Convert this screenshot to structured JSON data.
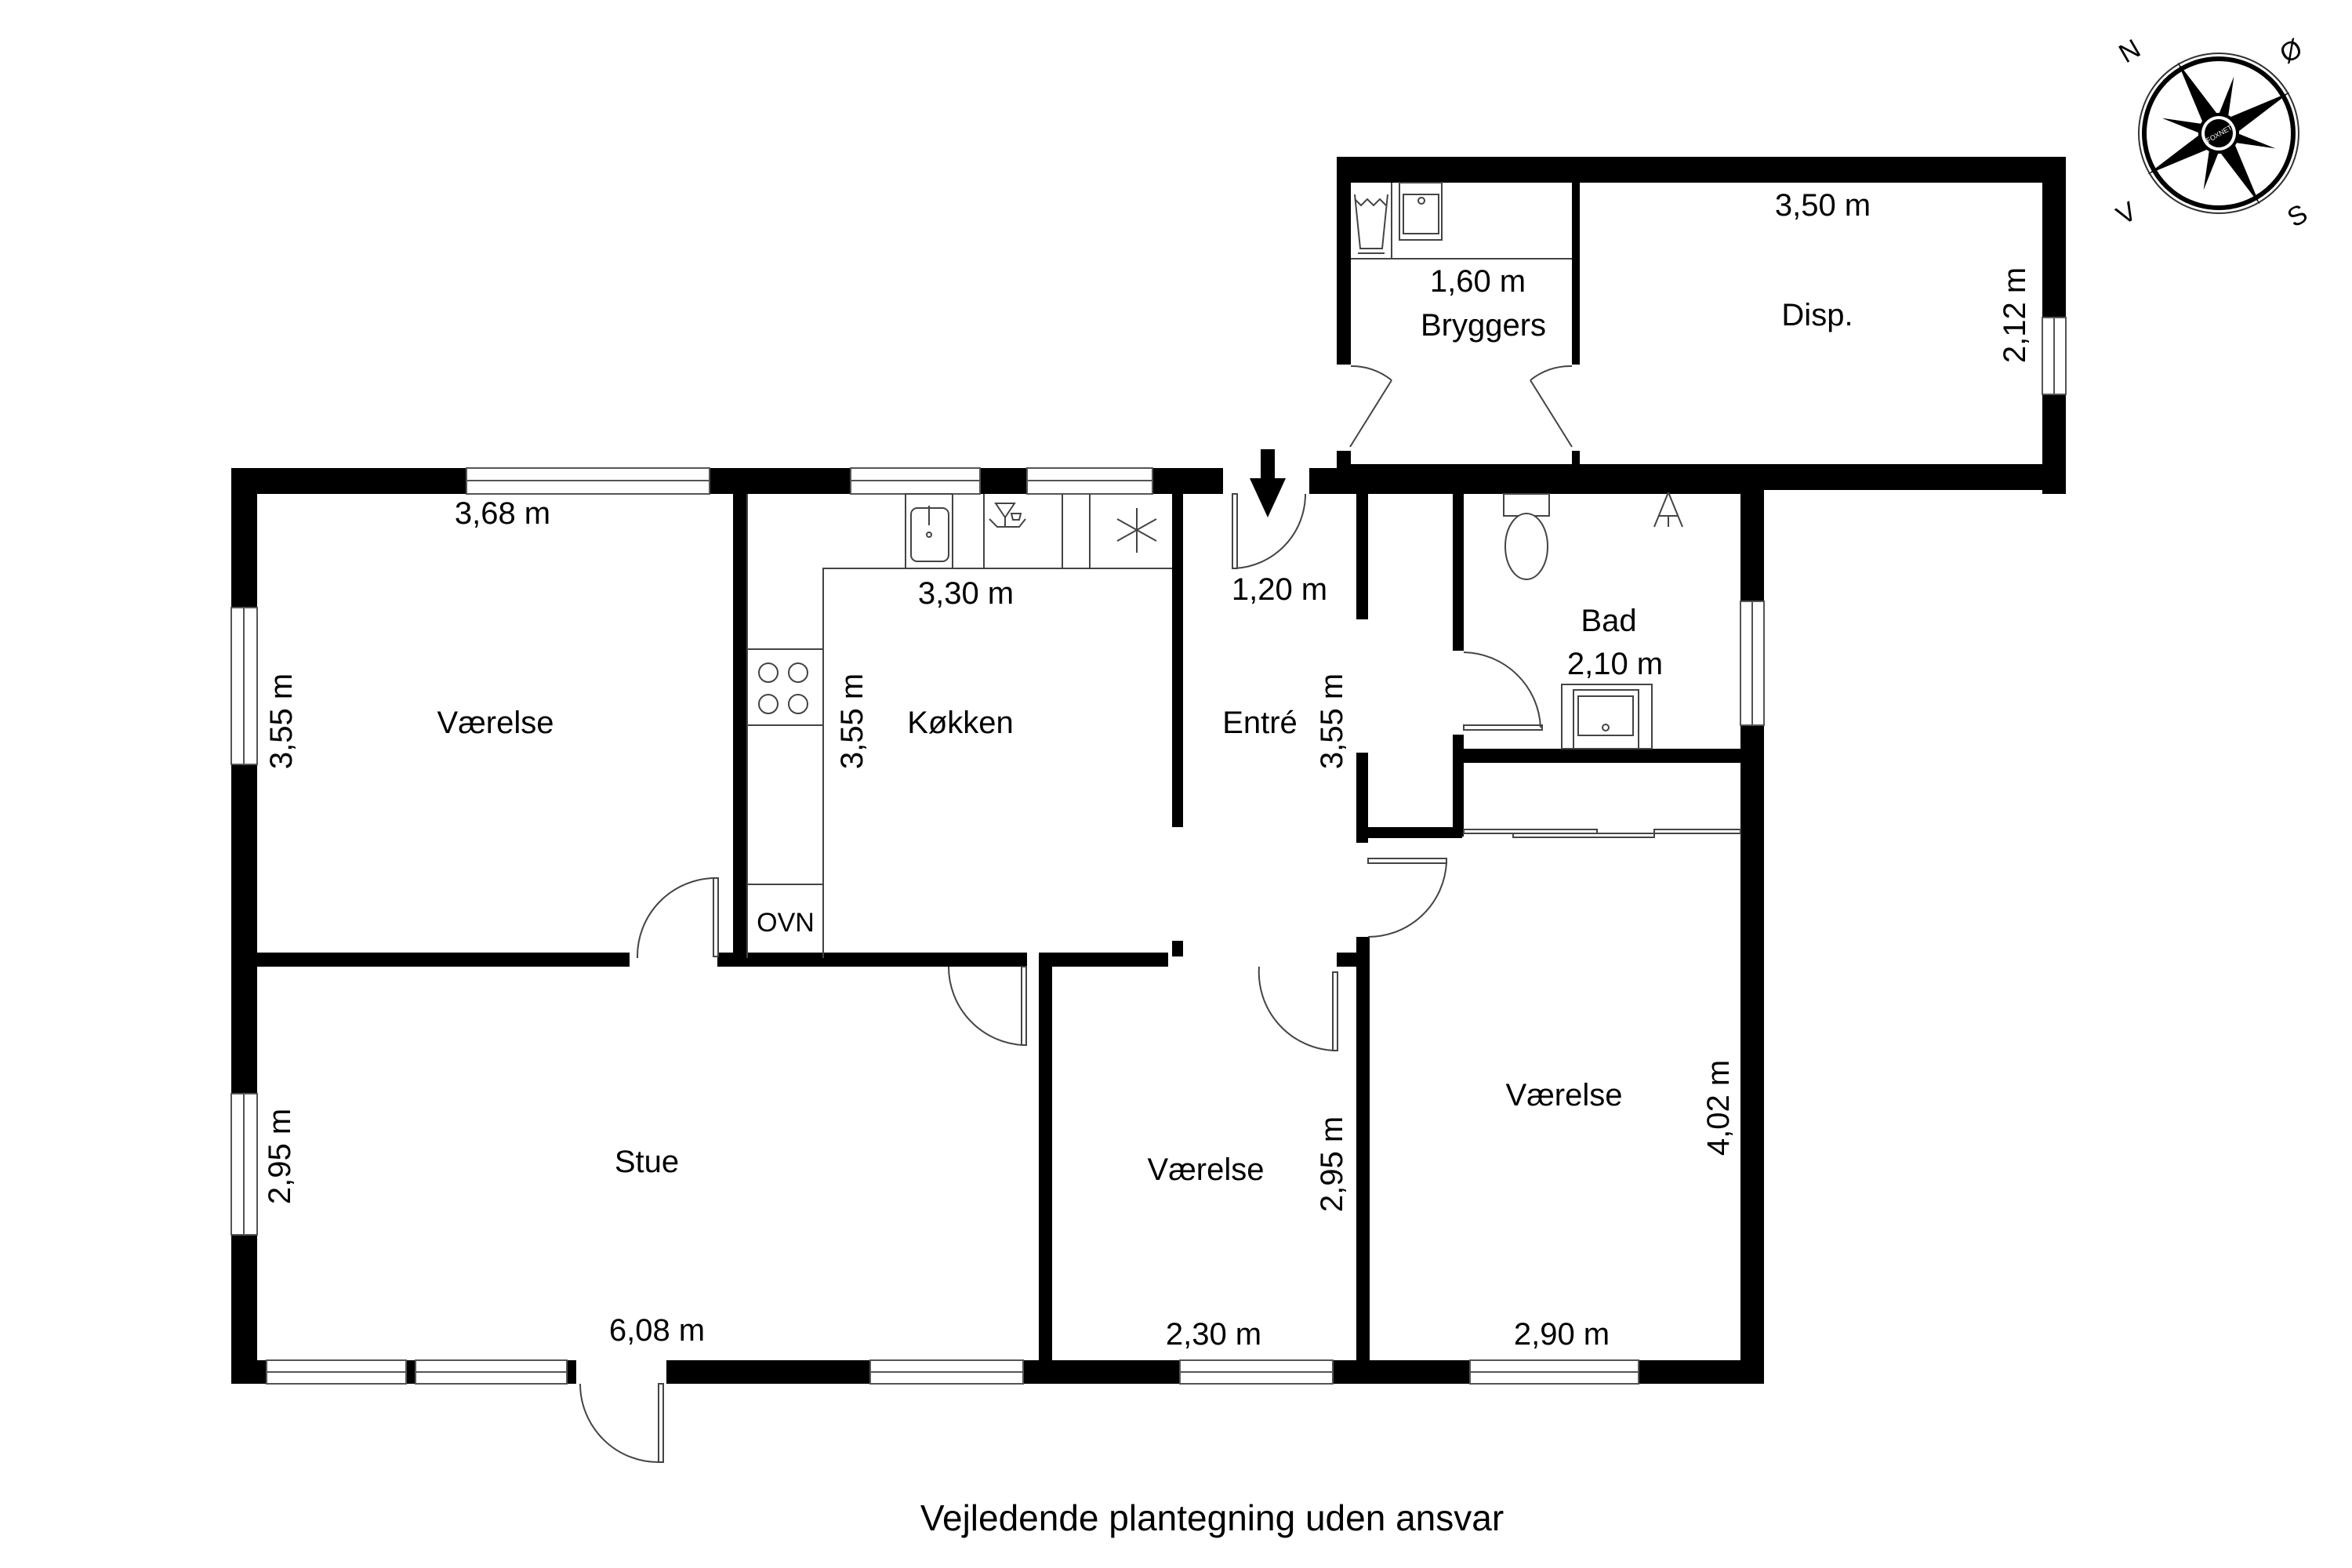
{
  "title": "Floor plan",
  "disclaimer": "Vejledende plantegning uden ansvar",
  "compass": {
    "north": "N",
    "east": "Ø",
    "south": "S",
    "west": "V",
    "logo": "FOXNET"
  },
  "entrance_marker": "arrow-down",
  "rooms": {
    "vaerelse_nw": {
      "name": "Værelse",
      "width": "3,68 m",
      "depth": "3,55 m"
    },
    "kokken": {
      "name": "Køkken",
      "width": "3,30 m",
      "depth": "3,55 m",
      "oven_label": "OVN"
    },
    "entre": {
      "name": "Entré",
      "width": "1,20 m",
      "depth": "3,55 m"
    },
    "bad": {
      "name": "Bad",
      "width": "2,10 m"
    },
    "bryggers": {
      "name": "Bryggers",
      "width": "1,60 m"
    },
    "disp": {
      "name": "Disp.",
      "width": "3,50 m",
      "depth": "2,12 m"
    },
    "stue": {
      "name": "Stue",
      "width": "6,08 m",
      "depth": "2,95 m"
    },
    "vaerelse_s": {
      "name": "Værelse",
      "width": "2,30 m",
      "depth": "2,95 m"
    },
    "vaerelse_se": {
      "name": "Værelse",
      "width": "2,90 m",
      "depth": "4,02 m"
    }
  }
}
